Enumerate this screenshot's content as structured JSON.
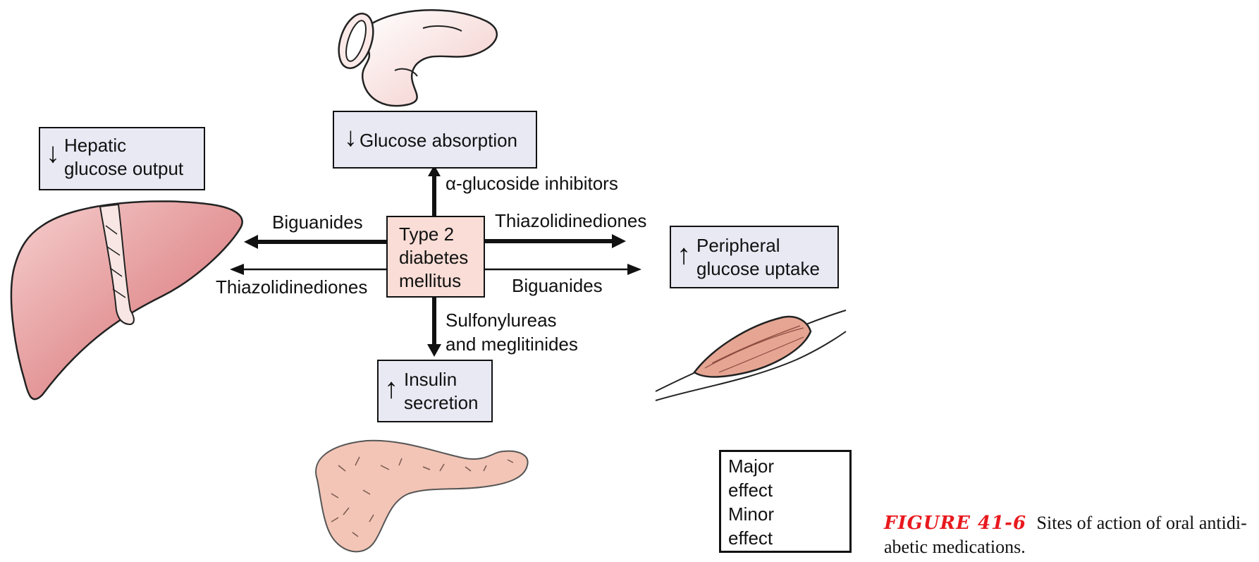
{
  "center": {
    "line1": "Type 2",
    "line2": "diabetes",
    "line3": "mellitus"
  },
  "targets": {
    "glucose_absorption": {
      "arrow": "↓",
      "text": "Glucose absorption"
    },
    "hepatic": {
      "arrow": "↓",
      "line1": "Hepatic",
      "line2": "glucose output"
    },
    "peripheral": {
      "arrow": "↑",
      "line1": "Peripheral",
      "line2": "glucose uptake"
    },
    "insulin": {
      "arrow": "↑",
      "line1": "Insulin",
      "line2": "secretion"
    }
  },
  "drugs": {
    "alpha_glucosidase": "α-glucoside inhibitors",
    "left_major": "Biguanides",
    "left_minor": "Thiazolidinediones",
    "right_major": "Thiazolidinediones",
    "right_minor": "Biguanides",
    "down_line1": "Sulfonylureas",
    "down_line2": "and meglitinides"
  },
  "legend": {
    "major_line1": "Major",
    "major_line2": "effect",
    "minor_line1": "Minor",
    "minor_line2": "effect"
  },
  "caption": {
    "figure_id": "FIGURE 41-6",
    "text_line1": "Sites of action of oral antidi-",
    "text_line2": "abetic medications."
  },
  "illustrations": {
    "intestine": "intestine-illustration",
    "liver": "liver-illustration",
    "pancreas": "pancreas-illustration",
    "muscle": "muscle-illustration"
  },
  "colors": {
    "box_fill": "#e9e9f4",
    "center_fill": "#f9ddd6",
    "liver": "#e08a8c",
    "pancreas": "#f2c5b6",
    "muscle": "#e6a593",
    "caption_red": "#e8191e"
  }
}
